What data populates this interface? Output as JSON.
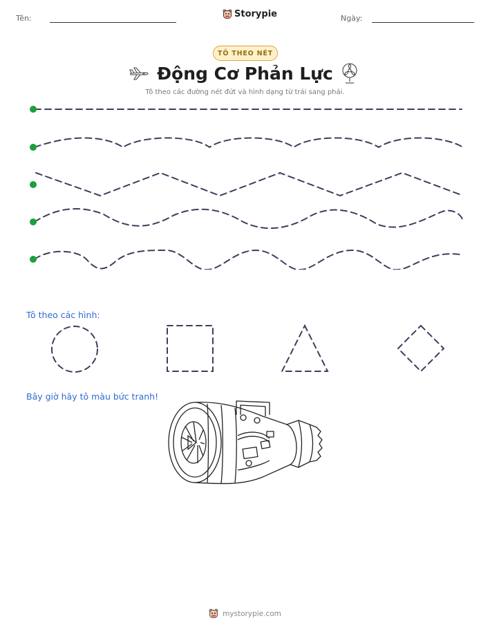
{
  "header": {
    "name_label": "Tên:",
    "brand_name": "Storypie",
    "date_label": "Ngày:"
  },
  "badge_text": "TÔ THEO NÉT",
  "title": "Động Cơ Phản Lực",
  "subtitle": "Tô theo các đường nét đứt và hình dạng từ trái sang phải.",
  "icons": {
    "left": "airplane-icon",
    "right": "fan-icon",
    "brand": "storypie-mascot-icon"
  },
  "colors": {
    "start_dot": "#1e9e3c",
    "dashes": "#3a3f5c",
    "section_label": "#2f6bd0",
    "badge_border": "#e0a23b",
    "badge_fill": "#fdf1c9"
  },
  "trace_lines": [
    "straight",
    "gentle-wave",
    "zigzag",
    "wave",
    "bumpy-wave"
  ],
  "shapes": {
    "label": "Tô theo các hình:",
    "items": [
      "circle",
      "square",
      "triangle",
      "diamond"
    ]
  },
  "coloring": {
    "label": "Bây giờ hãy tô màu bức tranh!",
    "picture": "jet-engine"
  },
  "footer": {
    "url": "mystorypie.com"
  }
}
